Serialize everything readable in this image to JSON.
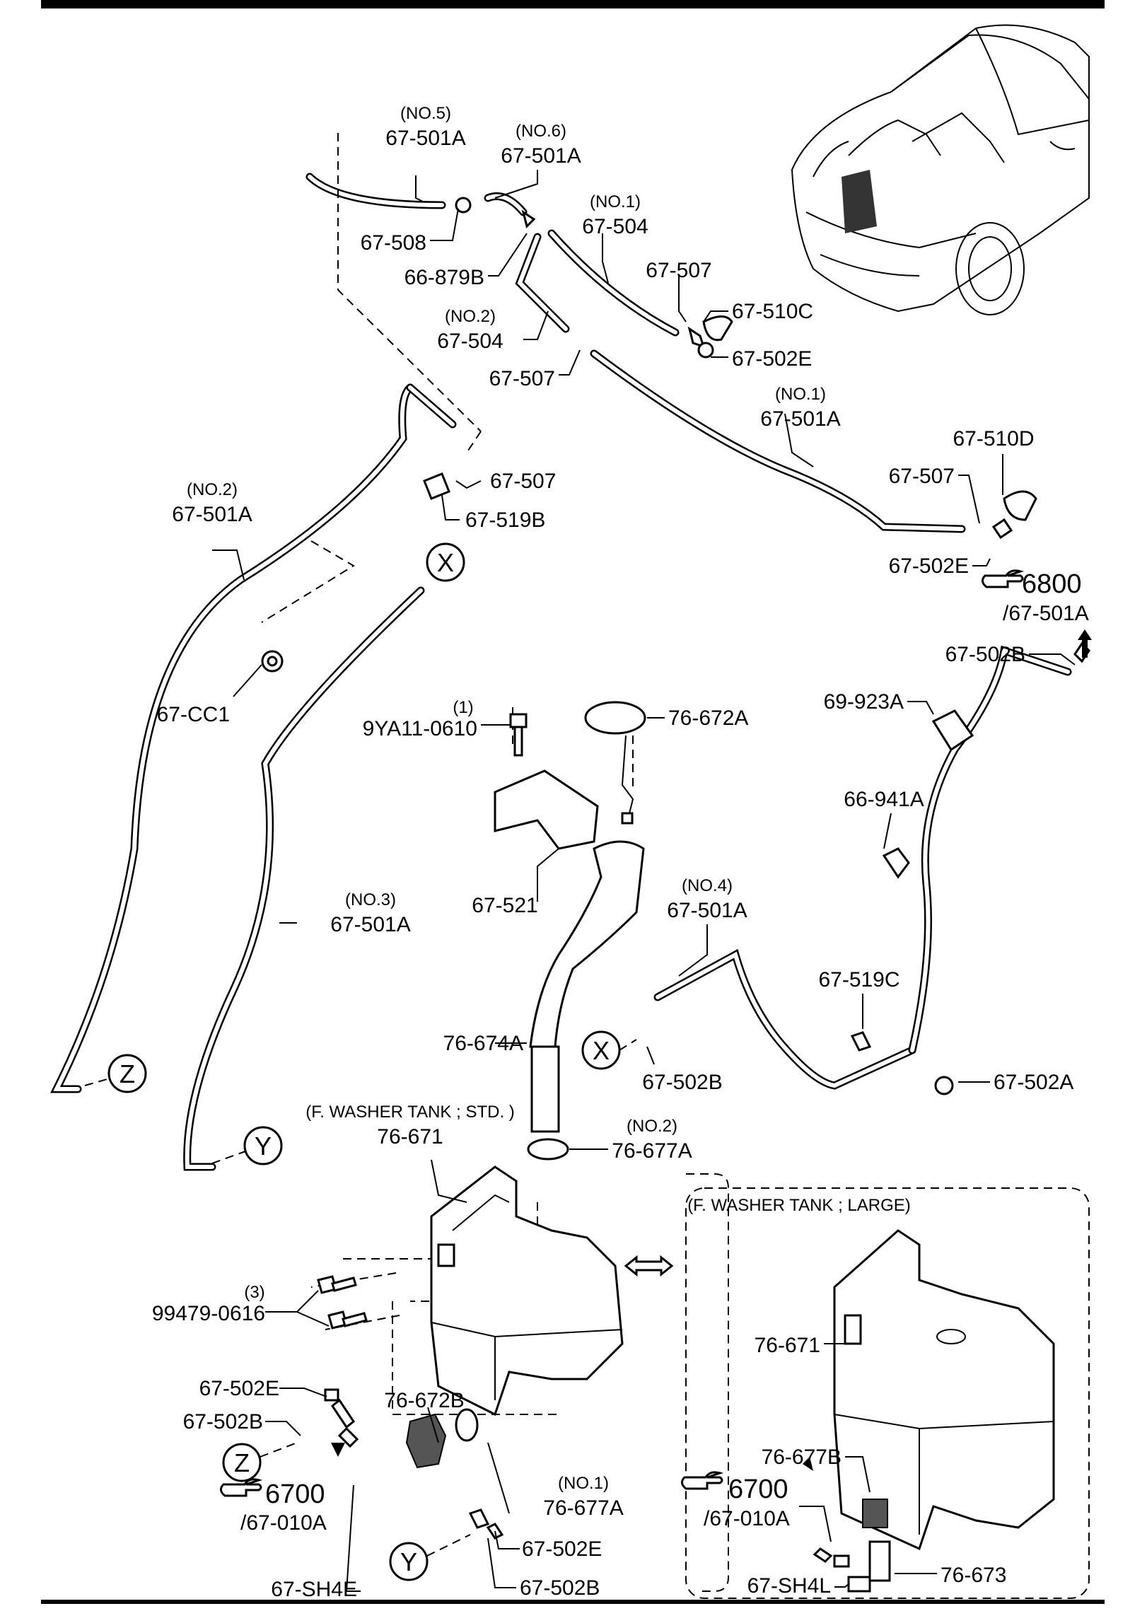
{
  "labels": {
    "no5": "(NO.5)",
    "no5_part": "67-501A",
    "no6": "(NO.6)",
    "no6_part": "67-501A",
    "p67_508": "67-508",
    "p66_879b": "66-879B",
    "no1_504": "(NO.1)",
    "no1_504_part": "67-504",
    "no2_504": "(NO.2)",
    "no2_504_part": "67-504",
    "p67_507_a": "67-507",
    "p67_507_b": "67-507",
    "p67_510c": "67-510C",
    "p67_502e_a": "67-502E",
    "no1_501a": "(NO.1)",
    "no1_501a_part": "67-501A",
    "p67_510d": "67-510D",
    "p67_507_c": "67-507",
    "p67_502e_b": "67-502E",
    "ref6800": "6800",
    "ref6800_sub": "/67-501A",
    "p67_507_d": "67-507",
    "p67_519b": "67-519B",
    "no2_501a": "(NO.2)",
    "no2_501a_part": "67-501A",
    "p67_cc1": "67-CC1",
    "qty1": "(1)",
    "p9ya11": "9YA11-0610",
    "p76_672a": "76-672A",
    "p67_502b_a": "67-502B",
    "p69_923a": "69-923A",
    "p66_941a": "66-941A",
    "p67_521": "67-521",
    "no3_501a": "(NO.3)",
    "no3_501a_part": "67-501A",
    "no4_501a": "(NO.4)",
    "no4_501a_part": "67-501A",
    "p67_519c": "67-519C",
    "p76_674a": "76-674A",
    "p67_502b_b": "67-502B",
    "p67_502a": "67-502A",
    "tank_std": "(F. WASHER TANK ; STD. )",
    "p76_671_a": "76-671",
    "no2_677": "(NO.2)",
    "no2_677_part": "76-677A",
    "tank_large": "(F. WASHER TANK ; LARGE)",
    "qty3": "(3)",
    "p99479": "99479-0616",
    "p76_671_b": "76-671",
    "p67_502e_c": "67-502E",
    "p67_502b_c": "67-502B",
    "p76_672b": "76-672B",
    "ref6700_a": "6700",
    "ref6700_a_sub": "/67-010A",
    "no1_677": "(NO.1)",
    "no1_677_part": "76-677A",
    "p67_502e_d": "67-502E",
    "p67_502b_d": "67-502B",
    "p67_sh4e": "67-SH4E",
    "p76_677b": "76-677B",
    "ref6700_b": "6700",
    "ref6700_b_sub": "/67-010A",
    "p67_sh4l": "67-SH4L",
    "p76_673": "76-673",
    "circle_x": "X",
    "circle_y": "Y",
    "circle_z": "Z"
  },
  "icons": {
    "reference": "pointing-hand-icon",
    "swap": "double-arrow-icon"
  }
}
